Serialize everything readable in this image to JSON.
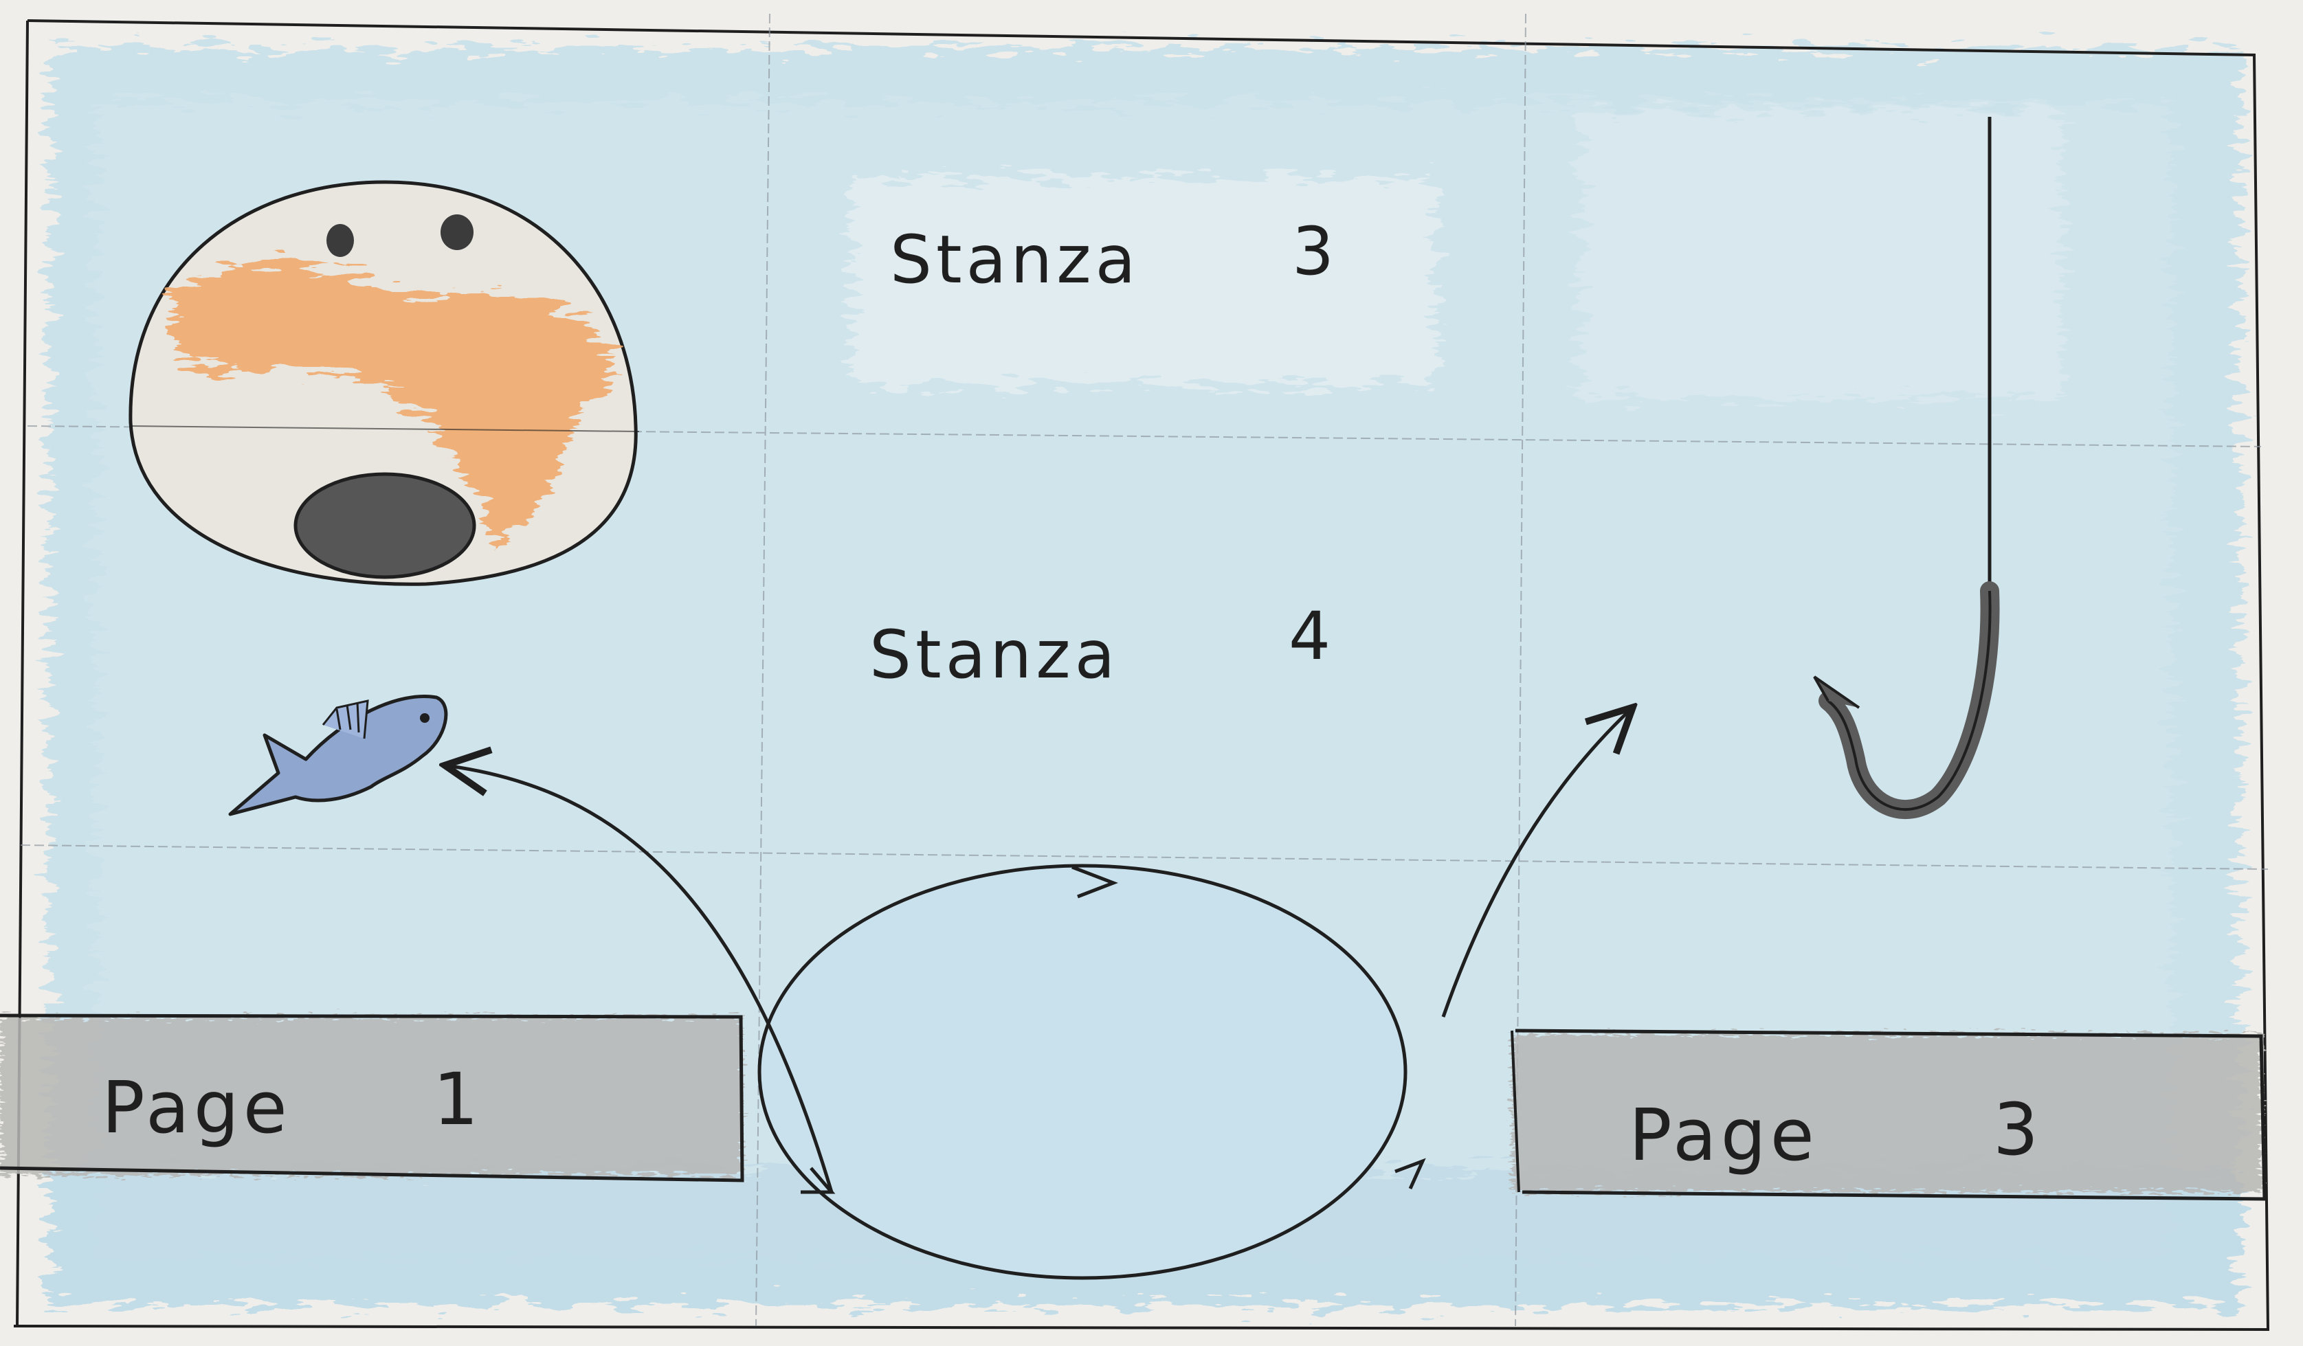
{
  "labels": {
    "stanza_3": {
      "word": "Stanza",
      "number": "3"
    },
    "stanza_4": {
      "word": "Stanza",
      "number": "4"
    },
    "page_1": {
      "word": "Page",
      "number": "1"
    },
    "page_3": {
      "word": "Page",
      "number": "3"
    }
  },
  "icons": {
    "creature": "round-creature-icon",
    "fish": "fish-icon",
    "hook": "fishing-hook-icon",
    "loop": "loop-cycle-icon"
  },
  "colors": {
    "paper": "#efeeea",
    "water": "#c7dfea",
    "creature_body": "#e9e6e0",
    "creature_spots": "#f0ab6e",
    "creature_mouth": "#565656",
    "fish_body": "#8fa6cf",
    "hook": "#5b5b5b",
    "page_box_fill": "#b7b7b5",
    "ink": "#1f1f1f",
    "pencil_grid": "#8f98a0"
  }
}
